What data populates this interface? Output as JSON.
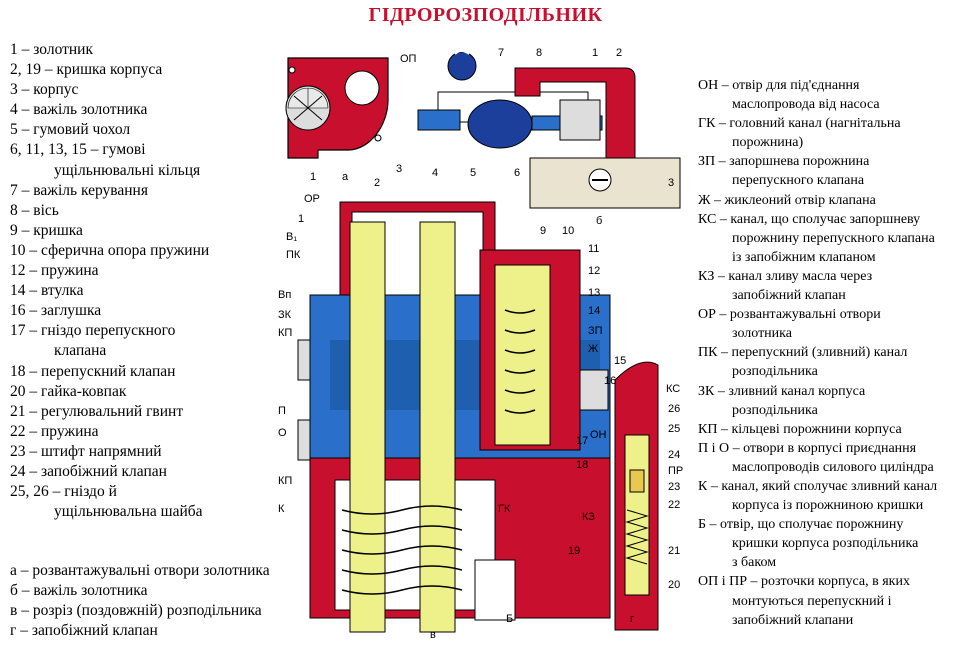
{
  "title": "ГІДРОРОЗПОДІЛЬНИК",
  "left_legend": [
    [
      "1 – золотник"
    ],
    [
      "2, 19 – кришка корпуса"
    ],
    [
      "3 – корпус"
    ],
    [
      "4 – важіль золотника"
    ],
    [
      "5 – гумовий чохол"
    ],
    [
      "6, 11, 13, 15 – гумові",
      "ущільнювальні кільця"
    ],
    [
      "7 – важіль керування"
    ],
    [
      "8 – вісь"
    ],
    [
      "9 – кришка"
    ],
    [
      "10 – сферична опора пружини"
    ],
    [
      "12 – пружина"
    ],
    [
      "14 – втулка"
    ],
    [
      "16 – заглушка"
    ],
    [
      "17 – гніздо перепускного",
      "клапана"
    ],
    [
      "18 – перепускний клапан"
    ],
    [
      "20 – гайка-ковпак"
    ],
    [
      "21 – регулювальний гвинт"
    ],
    [
      "22 – пружина"
    ],
    [
      "23 – штифт напрямний"
    ],
    [
      "24 – запобіжний клапан"
    ],
    [
      "25, 26 – гніздо й",
      "ущільнювальна шайба"
    ]
  ],
  "bottom_legend": [
    "а – розвантажувальні отвори золотника",
    "б – важіль золотника",
    "в – розріз (поздовжній) розподільника",
    "г – запобіжний клапан"
  ],
  "right_legend": [
    [
      "ОН – отвір для під'єднання",
      "маслопровода від насоса"
    ],
    [
      "ГК – головний канал (нагнітальна",
      "порожнина)"
    ],
    [
      "ЗП – запоршнева порожнина",
      "перепускного клапана"
    ],
    [
      "Ж – жиклеоний отвір клапана"
    ],
    [
      "КС – канал, що сполучає запоршневу",
      "порожнину перепускного клапана",
      "із запобіжним клапаном"
    ],
    [
      "КЗ – канал зливу масла через",
      "запобіжний клапан"
    ],
    [
      "ОР – розвантажувальні отвори",
      "золотника"
    ],
    [
      "ПК – перепускний (зливний) канал",
      "розподільника"
    ],
    [
      "ЗК – зливний канал корпуса",
      "розподільника"
    ],
    [
      "КП – кільцеві порожнини корпуса"
    ],
    [
      "П і О – отвори в корпусі приєднання",
      "маслопроводів силового циліндра"
    ],
    [
      "К – канал, який сполучає зливний канал",
      "корпуса із порожниною кришки"
    ],
    [
      "Б – отвір, що сполучає порожнину",
      "кришки корпуса розподільника",
      "з баком"
    ],
    [
      "ОП і ПР – розточки корпуса, в яких",
      "монтуються перепускний і",
      "запобіжний клапани"
    ]
  ],
  "diagram_labels": {
    "op_top": "ОП",
    "n7": "7",
    "n8": "8",
    "n1_top": "1",
    "n2_top": "2",
    "n1_a": "1",
    "a_top": "а",
    "n3_a": "3",
    "n4_a": "4",
    "n5": "5",
    "n6": "6",
    "n3_b": "3",
    "b_view": "б",
    "or": "ОР",
    "n2": "2",
    "n1": "1",
    "v1": "В₁",
    "pk": "ПК",
    "vp": "Вп",
    "zk": "ЗК",
    "kp1": "КП",
    "p": "П",
    "o": "О",
    "kp2": "КП",
    "k": "К",
    "n9": "9",
    "n10": "10",
    "n11": "11",
    "n12": "12",
    "n13": "13",
    "n14": "14",
    "zp": "ЗП",
    "zh": "Ж",
    "n15": "15",
    "n16": "16",
    "on": "ОН",
    "n17": "17",
    "n18": "18",
    "gk": "ГК",
    "kz": "КЗ",
    "n19": "19",
    "b": "Б",
    "v_view": "в",
    "ks": "КС",
    "n26": "26",
    "n25": "25",
    "n24": "24",
    "pr": "ПР",
    "n23": "23",
    "n22": "22",
    "n21": "21",
    "n20": "20",
    "g_view": "г"
  },
  "colors": {
    "title": "#c8102e",
    "body_red": "#c8102e",
    "channel_blue": "#2a6fc9",
    "spool_yellow": "#eef08a",
    "cover_gray": "#e0e0e0"
  }
}
